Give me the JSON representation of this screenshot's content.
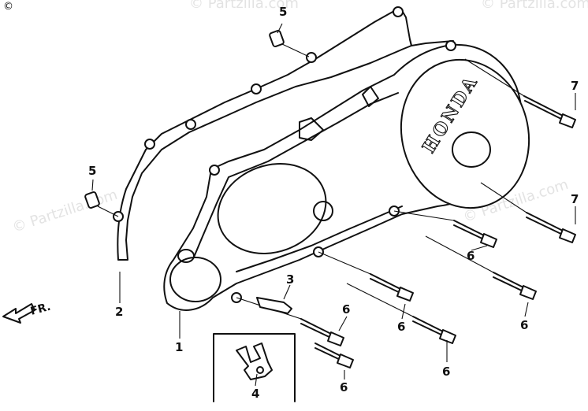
{
  "copyright_mark": "©",
  "watermark_text": "© Partzilla.com",
  "brand_text": "HONDA",
  "direction_label": "FR.",
  "callouts": {
    "c1": "1",
    "c2": "2",
    "c3": "3",
    "c4": "4",
    "c5a": "5",
    "c5b": "5",
    "c6a": "6",
    "c6b": "6",
    "c6c": "6",
    "c6d": "6",
    "c6e": "6",
    "c6f": "6",
    "c7a": "7",
    "c7b": "7"
  }
}
